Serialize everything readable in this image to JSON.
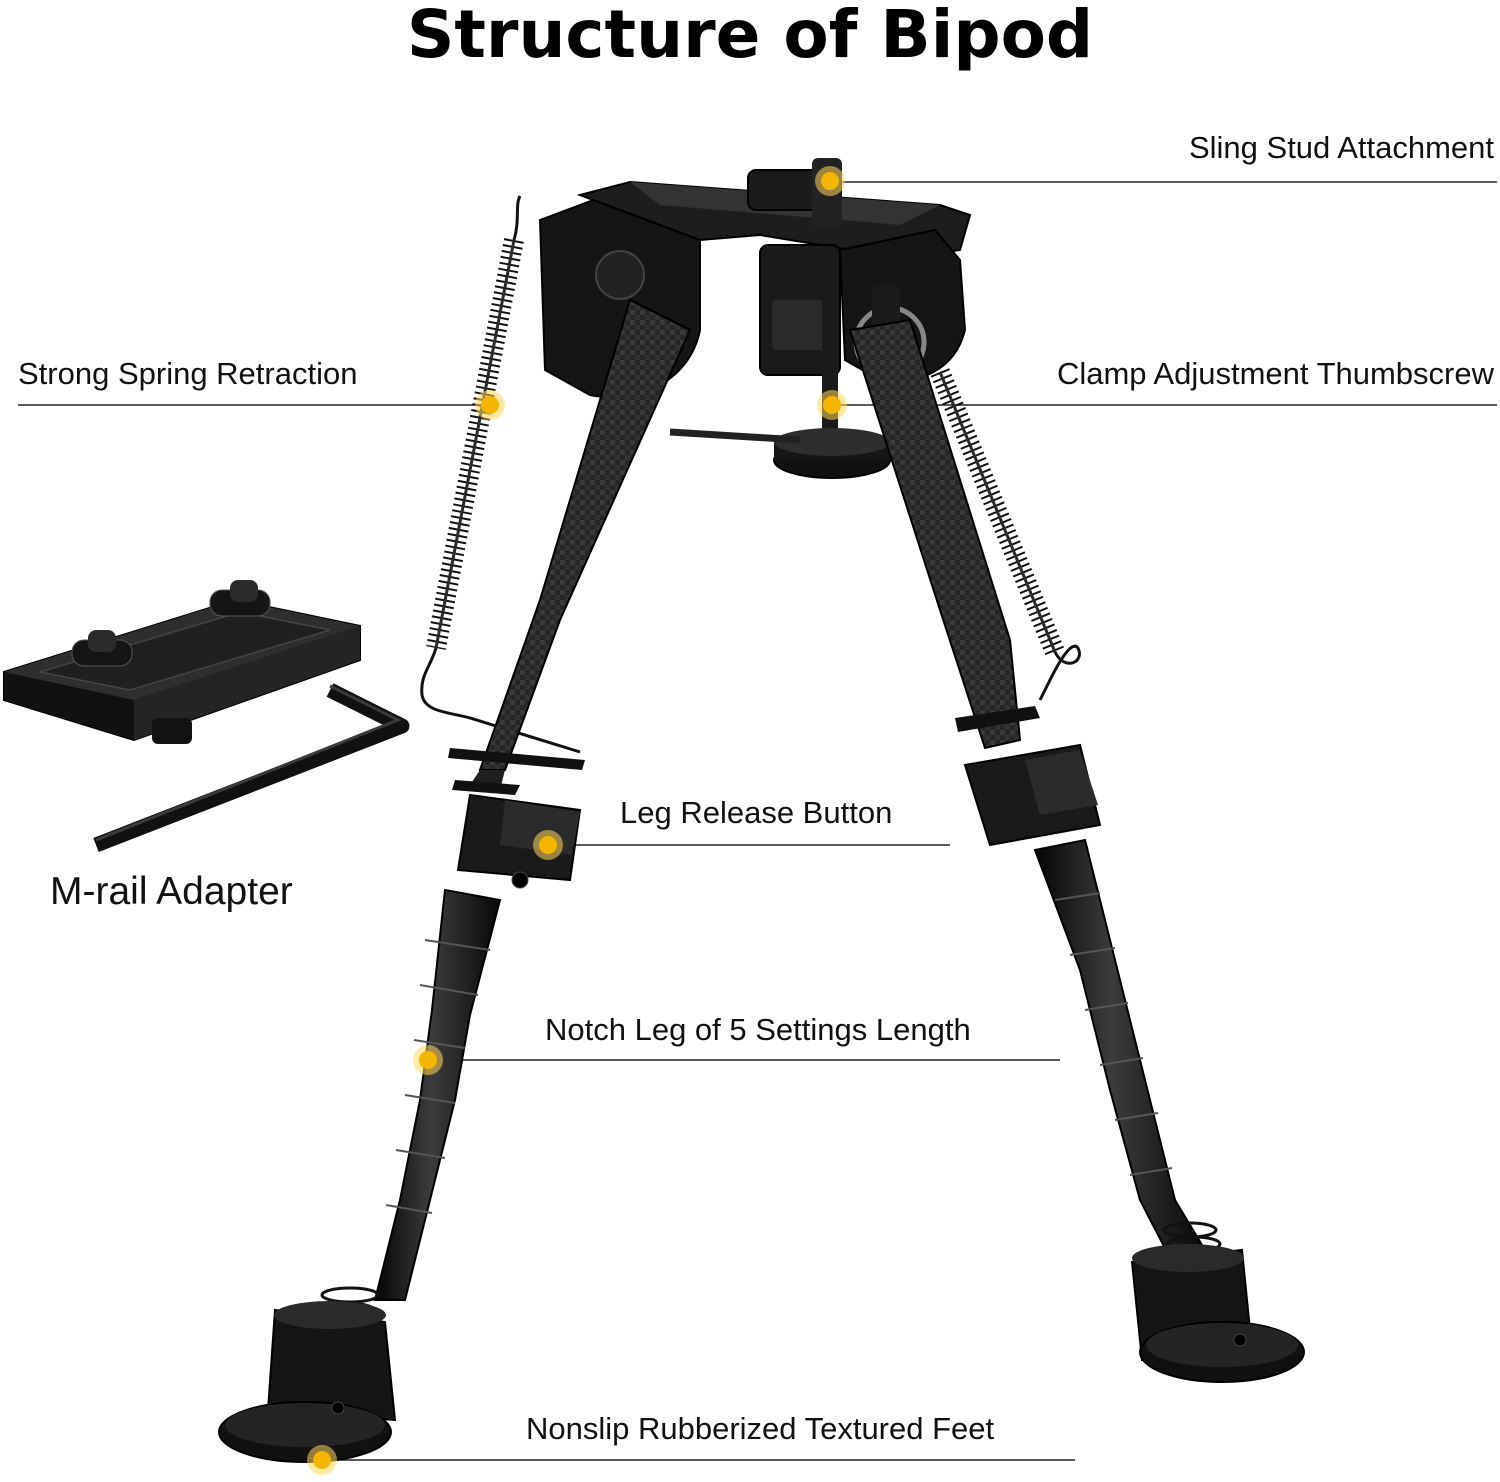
{
  "title": "Structure of Bipod",
  "callouts": {
    "sling_stud": "Sling Stud Attachment",
    "spring": "Strong Spring Retraction",
    "thumbscrew": "Clamp Adjustment Thumbscrew",
    "leg_release": "Leg Release Button",
    "notch_leg": "Notch Leg of 5 Settings Length",
    "feet": "Nonslip Rubberized Textured Feet"
  },
  "adapter_label": "M-rail Adapter",
  "colors": {
    "marker": "#f5b500",
    "marker_ring": "#ffd75a",
    "metal": "#151515",
    "carbon": "#2a2a2a",
    "leader": "#222222"
  }
}
